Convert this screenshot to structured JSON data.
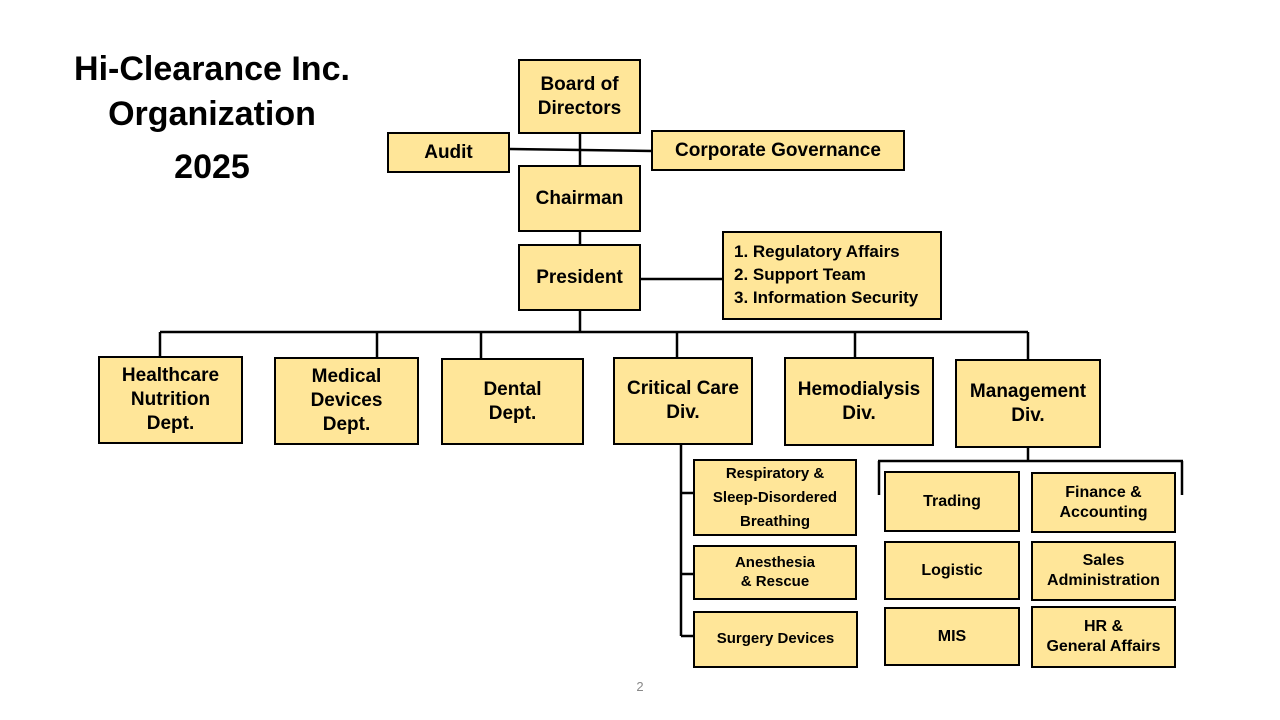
{
  "title": {
    "line1": "Hi-Clearance Inc.",
    "line2": "Organization",
    "line3": "2025"
  },
  "board": "Board of\nDirectors",
  "audit": "Audit",
  "governance": "Corporate Governance",
  "chairman": "Chairman",
  "president": "President",
  "staff_units": "1. Regulatory Affairs\n2. Support Team\n3. Information Security",
  "divisions": {
    "healthcare": "Healthcare\nNutrition\n  Dept.",
    "medical": "Medical\nDevices\nDept.",
    "dental": "Dental\nDept.",
    "critical": "Critical Care\nDiv.",
    "hemodialysis": "Hemodialysis\nDiv.",
    "management": "Management\nDiv."
  },
  "critical_care_units": {
    "respiratory": "Respiratory  &\nSleep-Disordered\n  Breathing",
    "anesthesia": "Anesthesia\n  & Rescue",
    "surgery": "Surgery Devices"
  },
  "management_units": {
    "trading": "Trading",
    "finance": "Finance  &\nAccounting",
    "logistic": "Logistic",
    "sales": "Sales\nAdministration",
    "mis": "MIS",
    "hr": "HR &\nGeneral Affairs"
  },
  "page_number": "2",
  "colors": {
    "box_fill": "#ffe699",
    "box_border": "#000000",
    "line": "#000000"
  }
}
